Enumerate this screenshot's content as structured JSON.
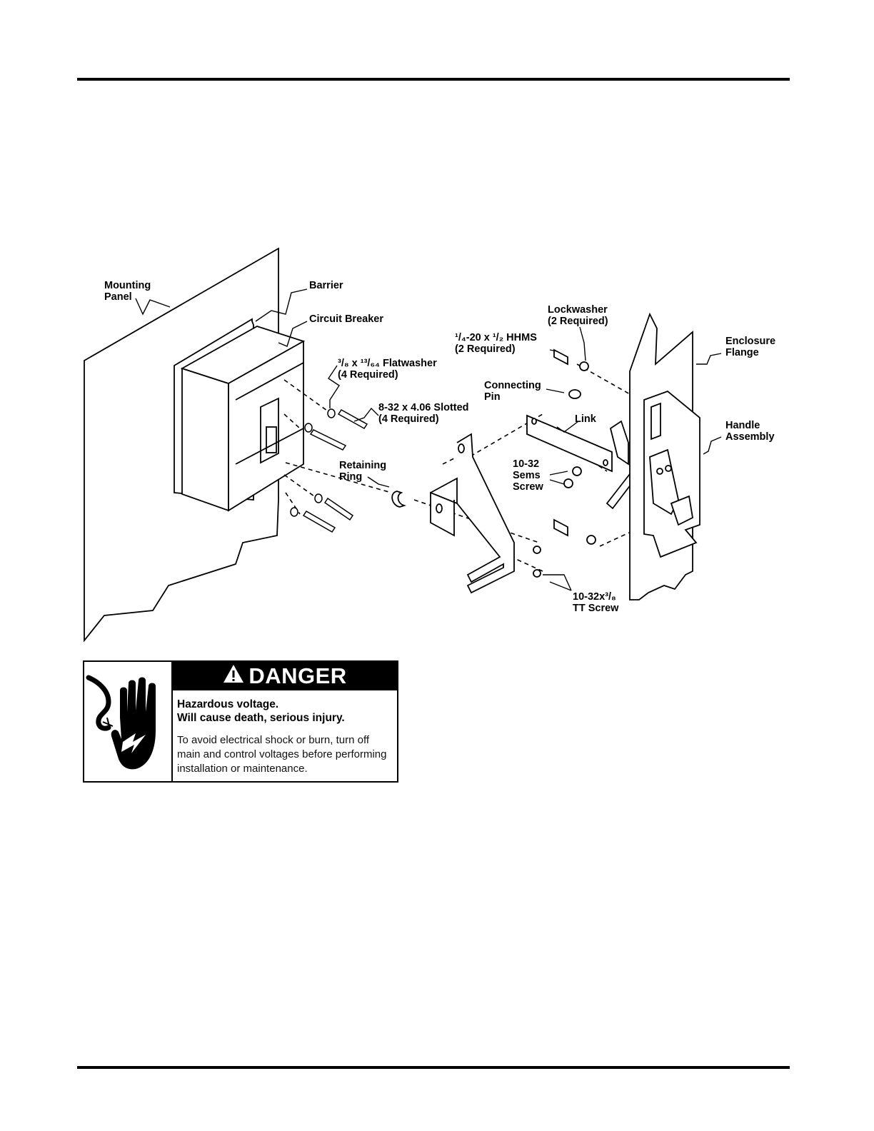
{
  "labels": {
    "mounting_panel": [
      "Mounting",
      "Panel"
    ],
    "barrier": "Barrier",
    "circuit_breaker": "Circuit Breaker",
    "flatwasher": [
      "³/₈ x ¹³/₆₄ Flatwasher",
      "(4 Required)"
    ],
    "slotted_screw": [
      "8-32 x 4.06 Slotted",
      "(4 Required)"
    ],
    "retaining_ring": [
      "Retaining",
      "Ring"
    ],
    "hhms": [
      "¹/₄-20 x ¹/₂ HHMS",
      "(2 Required)"
    ],
    "lockwasher": [
      "Lockwasher",
      "(2 Required)"
    ],
    "connecting_pin": [
      "Connecting",
      "Pin"
    ],
    "link": "Link",
    "sems_screw": [
      "10-32",
      "Sems",
      "Screw"
    ],
    "tt_screw": [
      "10-32x³/₈",
      "TT Screw"
    ],
    "enclosure_flange": [
      "Enclosure",
      "Flange"
    ],
    "handle_assembly": [
      "Handle",
      "Assembly"
    ]
  },
  "danger": {
    "title": "DANGER",
    "line1": "Hazardous voltage.",
    "line2": "Will cause death, serious injury.",
    "body": "To avoid electrical shock or burn, turn off main and control voltages before performing installation or maintenance."
  }
}
